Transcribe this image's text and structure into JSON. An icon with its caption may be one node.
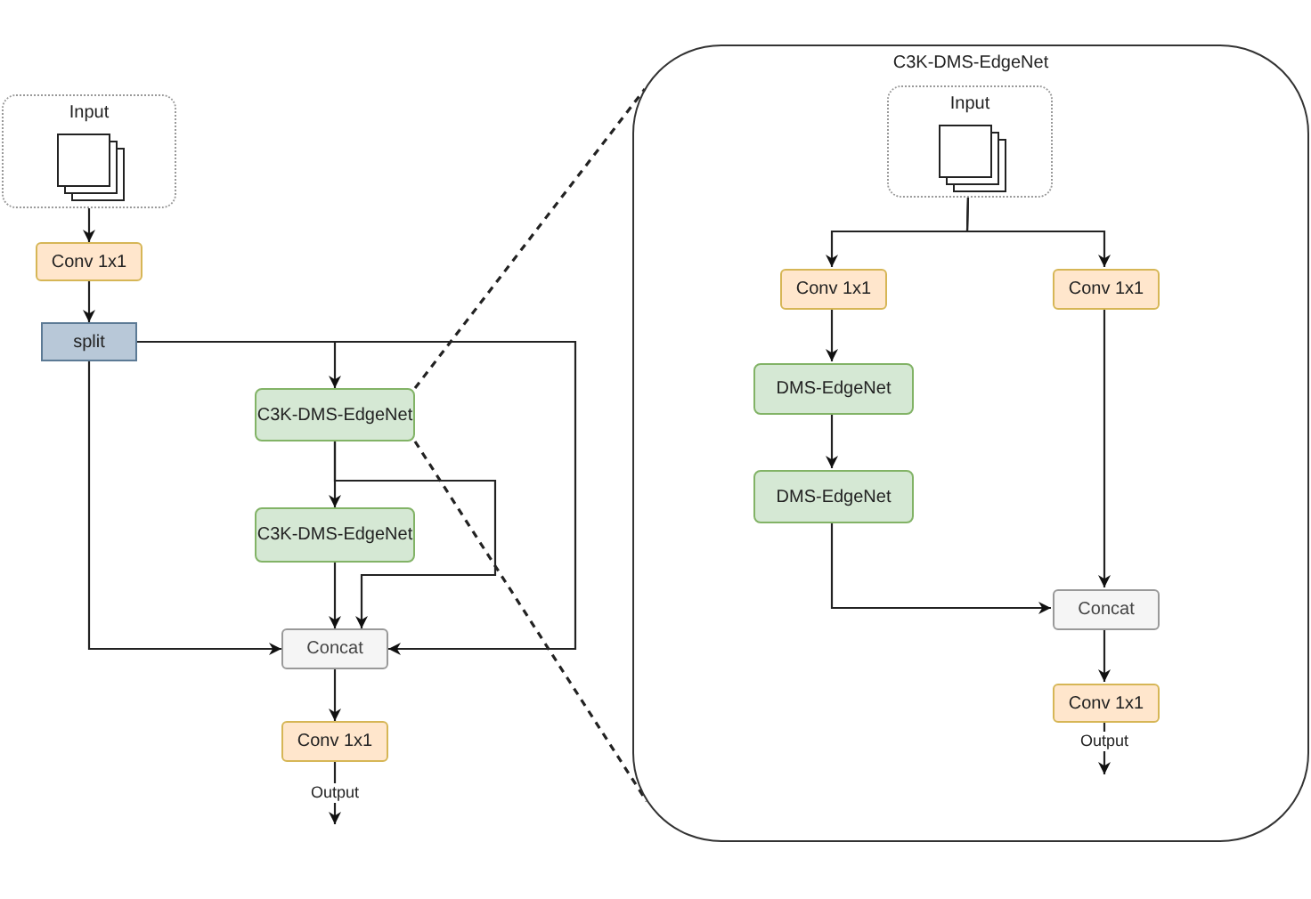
{
  "diagram": {
    "nodes": [
      {
        "text": [
          "Input"
        ]
      },
      {
        "text": [
          "Conv 1x1"
        ]
      },
      {
        "text": [
          "split"
        ]
      },
      {
        "text": [
          "C3K-DMS-EdgeNet"
        ]
      },
      {
        "text": [
          "C3K-DMS-EdgeNet"
        ]
      },
      {
        "text": [
          "Concat"
        ]
      },
      {
        "text": [
          "Conv 1x1"
        ]
      },
      {
        "text": [
          "C3K-DMS-EdgeNet"
        ]
      },
      {
        "text": [
          "Input"
        ],
        "in": 7
      },
      {
        "text": [
          "Conv 1x1"
        ],
        "in": 7
      },
      {
        "text": [
          "Conv 1x1"
        ],
        "in": 7
      },
      {
        "text": [
          "DMS-EdgeNet"
        ],
        "in": 7
      },
      {
        "text": [
          "DMS-EdgeNet"
        ],
        "in": 7
      },
      {
        "text": [
          "Concat"
        ],
        "in": 7
      },
      {
        "text": [
          "Conv 1x1"
        ],
        "in": 7
      }
    ],
    "edges": [
      {
        "from": 0,
        "to": 1,
        "arrow": "to"
      },
      {
        "from": 1,
        "to": 2,
        "arrow": "to"
      },
      {
        "from": 2,
        "to": 3,
        "arrow": "to"
      },
      {
        "from": 2,
        "to": 5,
        "arrow": "to"
      },
      {
        "from": 2,
        "to": 5,
        "arrow": "to"
      },
      {
        "from": 3,
        "to": 4,
        "arrow": "to"
      },
      {
        "from": 3,
        "to": 5,
        "arrow": "to"
      },
      {
        "from": 4,
        "to": 5,
        "arrow": "to"
      },
      {
        "from": 5,
        "to": 6,
        "arrow": "to"
      },
      {
        "from": 6,
        "to": null,
        "arrow": "to",
        "label": "Output"
      },
      {
        "from": 3,
        "to": 7,
        "arrow": "none",
        "style": "dashed"
      },
      {
        "from": 3,
        "to": 7,
        "arrow": "none",
        "style": "dashed"
      },
      {
        "from": 8,
        "to": 9,
        "arrow": "to"
      },
      {
        "from": 8,
        "to": 10,
        "arrow": "to"
      },
      {
        "from": 9,
        "to": 11,
        "arrow": "to"
      },
      {
        "from": 11,
        "to": 12,
        "arrow": "to"
      },
      {
        "from": 12,
        "to": 13,
        "arrow": "to"
      },
      {
        "from": 10,
        "to": 13,
        "arrow": "to"
      },
      {
        "from": 13,
        "to": 14,
        "arrow": "to"
      },
      {
        "from": 14,
        "to": null,
        "arrow": "to",
        "label": "Output"
      }
    ]
  }
}
